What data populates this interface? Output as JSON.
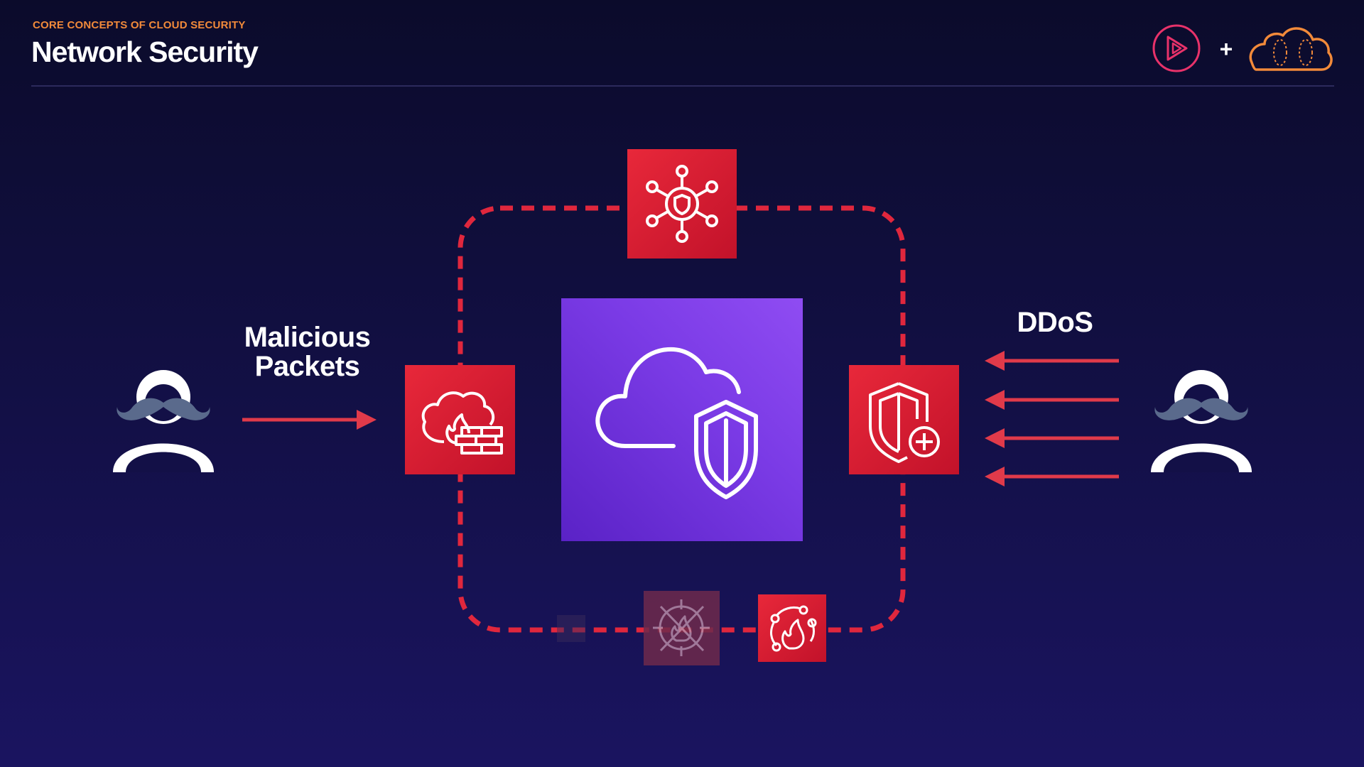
{
  "header": {
    "eyebrow": "CORE CONCEPTS OF CLOUD SECURITY",
    "title": "Network Security"
  },
  "logos": {
    "plus": "+",
    "left_logo_icon": "play-icon",
    "right_logo_icon": "cloud-logo-icon"
  },
  "diagram": {
    "left_label_line1": "Malicious",
    "left_label_line2": "Packets",
    "right_label": "DDoS",
    "center_icon": "cloud-shield-icon",
    "nodes": {
      "top": "network-firewall-icon",
      "left": "waf-firewall-icon",
      "right": "shield-plus-icon",
      "bottom_faded": "firewall-target-icon",
      "bottom": "firewall-manager-icon"
    },
    "actors": [
      "attacker-icon",
      "attacker-icon"
    ]
  },
  "colors": {
    "accent_orange": "#f28a3a",
    "tile_red": "#d8192d",
    "tile_purple": "#7b3be6",
    "dashed_border": "#e0273d",
    "background": "#131047"
  }
}
